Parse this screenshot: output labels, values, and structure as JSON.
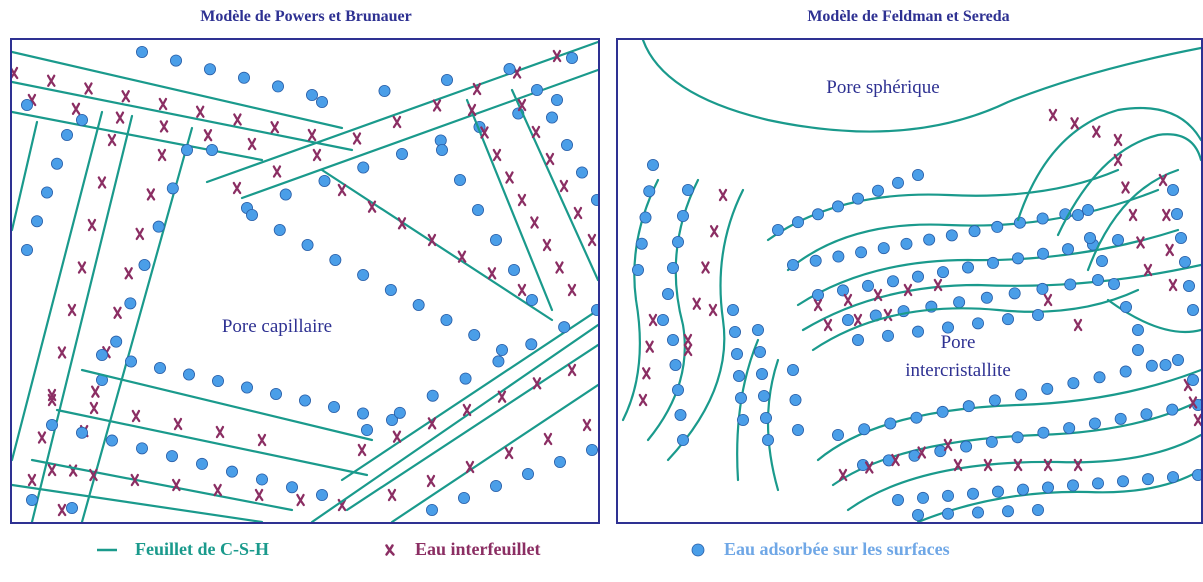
{
  "titles": {
    "left": "Modèle de Powers et Brunauer",
    "right": "Modèle de Feldman et Sereda"
  },
  "labels": {
    "capillary": "Pore capillaire",
    "spherical": "Pore sphérique",
    "inter1": "Pore",
    "inter2": "intercristallite"
  },
  "legend": {
    "sheet": "Feuillet de C-S-H",
    "water_inter": "Eau interfeuillet",
    "water_ads": "Eau adsorbée sur les surfaces"
  },
  "colors": {
    "sheet": "#1a9a8c",
    "cross": "#8b2e63",
    "dot": "#4a9ee8",
    "dotStroke": "#2a5fa8",
    "frame": "#2e3192",
    "legend_ads": "#6fa7e6"
  }
}
